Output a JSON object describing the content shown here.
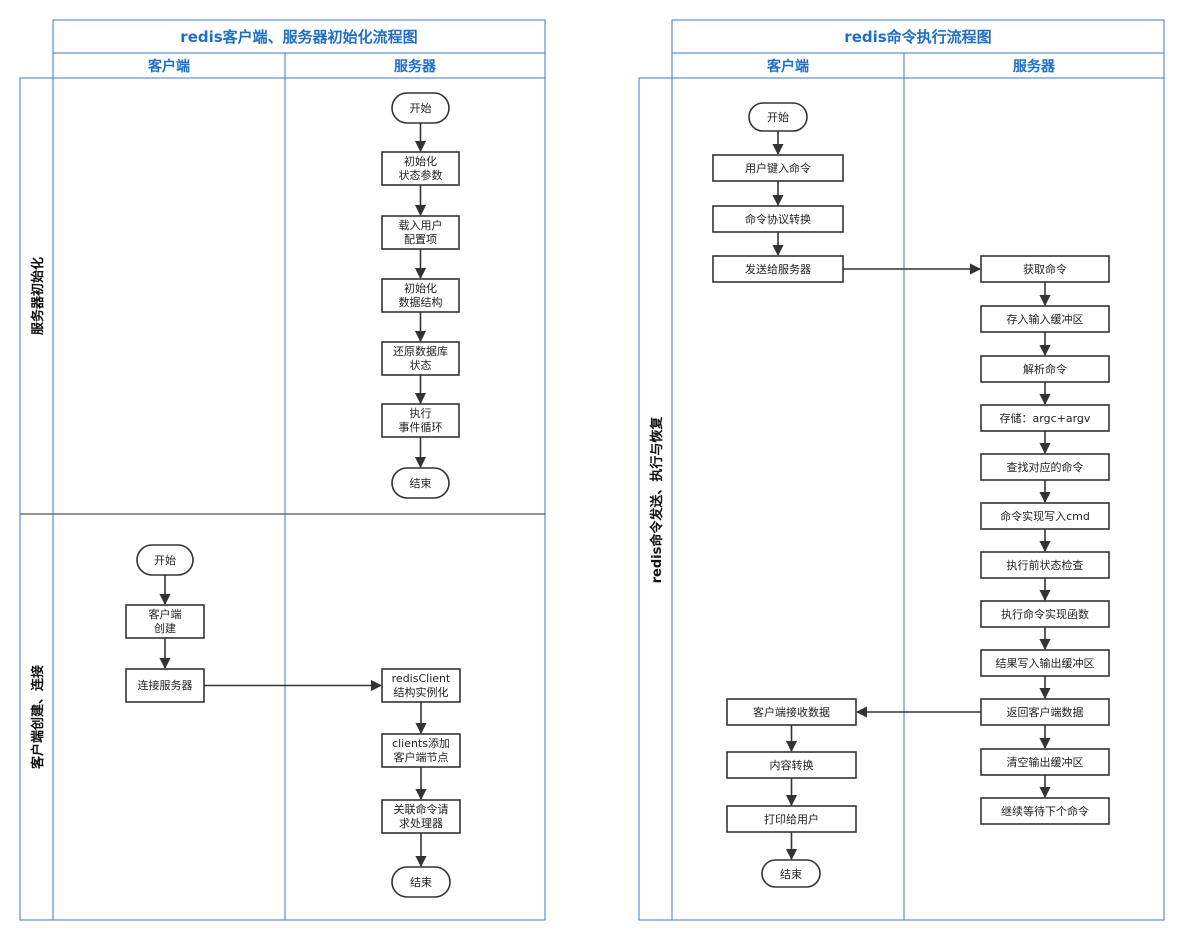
{
  "left": {
    "title": "redis客户端、服务器初始化流程图",
    "col_client": "客户端",
    "col_server": "服务器",
    "lane_server_init": "服务器初始化",
    "lane_client_create": "客户端创建、连接",
    "nodes": {
      "s_start": "开始",
      "s_init_state": [
        "初始化",
        "状态参数"
      ],
      "s_load_config": [
        "载入用户",
        "配置项"
      ],
      "s_init_ds": [
        "初始化",
        "数据结构"
      ],
      "s_restore_db": [
        "还原数据库",
        "状态"
      ],
      "s_event_loop": [
        "执行",
        "事件循环"
      ],
      "s_end": "结束",
      "c_start": "开始",
      "c_create": [
        "客户端",
        "创建"
      ],
      "c_connect": "连接服务器",
      "s_redisclient": [
        "redisClient",
        "结构实例化"
      ],
      "s_add_node": [
        "clients添加",
        "客户端节点"
      ],
      "s_bind_handler": [
        "关联命令请",
        "求处理器"
      ],
      "s_end2": "结束"
    }
  },
  "right": {
    "title": "redis命令执行流程图",
    "col_client": "客户端",
    "col_server": "服务器",
    "lane": "redis命令发送、执行与恢复",
    "nodes": {
      "c_start": "开始",
      "c_input": "用户键入命令",
      "c_protocol": "命令协议转换",
      "c_send": "发送给服务器",
      "s_get": "获取命令",
      "s_store_input": "存入输入缓冲区",
      "s_parse": "解析命令",
      "s_store_args": "存储：argc+argv",
      "s_lookup": "查找对应的命令",
      "s_cmd": "命令实现写入cmd",
      "s_precheck": "执行前状态检查",
      "s_exec": "执行命令实现函数",
      "s_output": "结果写入输出缓冲区",
      "s_return": "返回客户端数据",
      "s_clear": "清空输出缓冲区",
      "s_wait": "继续等待下个命令",
      "c_receive": "客户端接收数据",
      "c_convert": "内容转换",
      "c_print": "打印给用户",
      "c_end": "结束"
    }
  },
  "colors": {
    "frame": "#3b7bd1",
    "header_text": "#1f6fc6",
    "node_stroke": "#333333"
  }
}
